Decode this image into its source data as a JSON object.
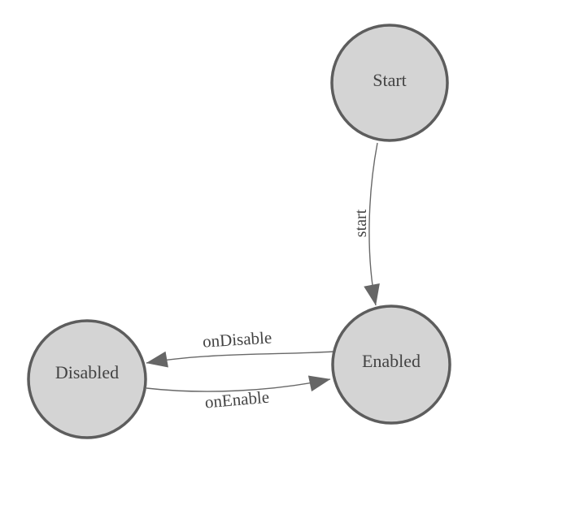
{
  "diagram": {
    "type": "finite-state-machine",
    "nodes": [
      {
        "id": "start",
        "label": "Start"
      },
      {
        "id": "enabled",
        "label": "Enabled"
      },
      {
        "id": "disabled",
        "label": "Disabled"
      }
    ],
    "transitions": [
      {
        "from": "Start",
        "to": "Enabled",
        "label": "start"
      },
      {
        "from": "Enabled",
        "to": "Disabled",
        "label": "onDisable"
      },
      {
        "from": "Disabled",
        "to": "Enabled",
        "label": "onEnable"
      }
    ]
  },
  "colors": {
    "background": "#ffffff",
    "node_fill": "#d4d4d4",
    "node_stroke": "#5d5d5d",
    "edge_stroke": "#686868",
    "arrow_fill": "#666666",
    "text": "#434343"
  }
}
